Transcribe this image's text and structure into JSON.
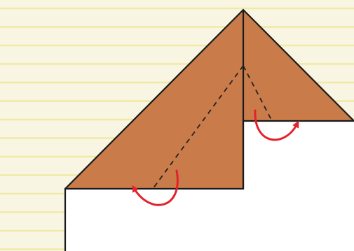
{
  "colors": {
    "background_paper": "#f8f6e3",
    "paper_lines": "#f1e9a6",
    "card_white": "#ffffff",
    "flap_fill": "#c97b4a",
    "outline": "#1a1a1a",
    "fold_line": "#222222",
    "arrow": "#e3222a"
  },
  "fold_lines": {
    "style": "dashed",
    "count": 2
  },
  "arrows": {
    "count": 2,
    "meaning": "fold-direction"
  },
  "icons": {
    "fold_arrow": "curved-arrow-icon"
  }
}
